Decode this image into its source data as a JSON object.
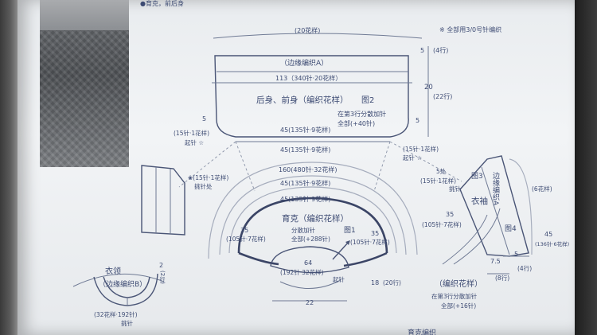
{
  "header": {
    "top_line": "●育克，前后身",
    "note": "※ 全部用3/0号针编织"
  },
  "top_piece": {
    "width_total": "(20花样)",
    "border_label": "（边缘编织A）",
    "edge_count": "113（340针·20花样）",
    "title": "后身、前身（编织花样）",
    "figure": "图2",
    "inc_note_1": "在第3行分散加针",
    "inc_note_2": "全部(+40针)",
    "bottom_count_1": "45(135针·9花样)",
    "bottom_count_2": "45(135针·9花样)",
    "right_dim_top": "5",
    "right_dim_top_rows": "(4行)",
    "right_dim_main": "20",
    "right_dim_main_rows": "(22行)",
    "right_dim_bottom": "5",
    "left_dim": "5",
    "left_side_1": "(15针·1花样)",
    "left_side_2": "起针 ☆",
    "right_side_1": "(15针·1花样)",
    "right_side_2": "起针 ☆"
  },
  "yoke": {
    "outer_count": "160(480针·32花样)",
    "ring_count_1": "45(135针·9花样)",
    "ring_count_2": "45(135针·9花样)",
    "left_dim": "35",
    "left_dim_sub": "(105针·7花样)",
    "right_dim": "35",
    "right_dim_sub": "(105针·7花样)",
    "title": "育克（编织花样）",
    "inc_1": "分散加针",
    "inc_2": "全部(+288针)",
    "figure": "图1",
    "neck_dim": "64",
    "neck_sub": "(192针·32花样)",
    "neck_note": "起针",
    "bottom_rows": "18",
    "bottom_rows_sub": "(20行)",
    "bottom_width": "22"
  },
  "left_sleeve": {
    "label_1": "❀(15针·1花样)",
    "label_2": "挑针处"
  },
  "right_sleeve": {
    "top_label": "5处",
    "top_sub_1": "(15针·1花样)",
    "top_sub_2": "挑针",
    "fig3": "图3",
    "fig4": "图4",
    "title": "衣袖",
    "border": "边缘编织A",
    "right_sub": "(6花样)",
    "side_dim": "35",
    "side_sub": "(105针·7花样)",
    "dim_45": "45",
    "dim_45_sub": "(136针·6花样)",
    "dim_75": "7.5",
    "dim_5": "5",
    "dim_4": "(4行)",
    "dim_8": "(8行)",
    "pattern": "（编织花样）",
    "pattern_inc_1": "在第3行分散加针",
    "pattern_inc_2": "全部(+16针)"
  },
  "collar": {
    "title": "衣领",
    "border": "（边缘编织B）",
    "dim": "2",
    "dim_rows": "(2行)",
    "count": "(32花样·192针)",
    "note": "挑针"
  },
  "footer": "育克编织"
}
